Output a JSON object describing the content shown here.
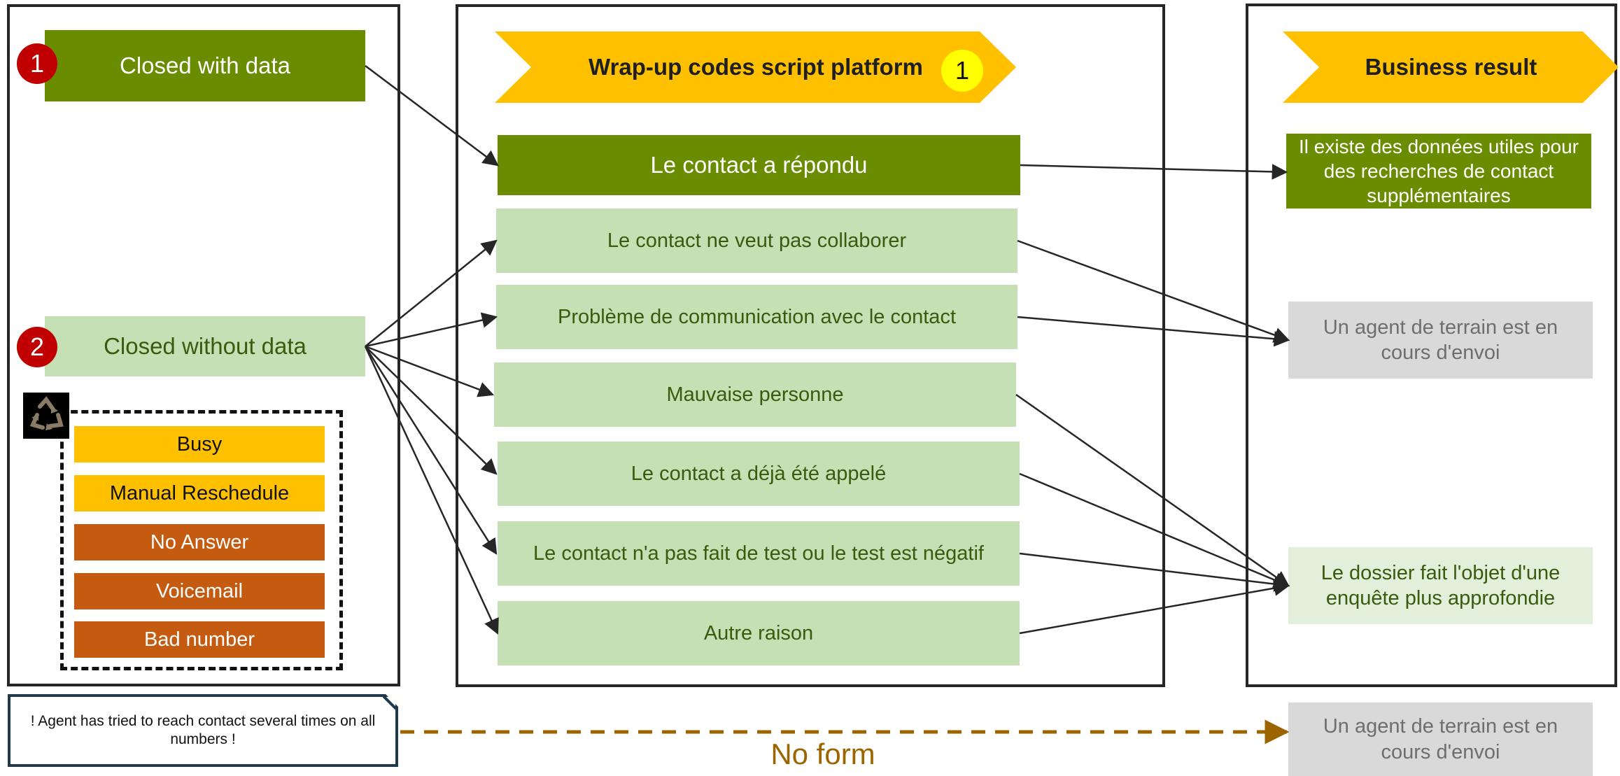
{
  "closed_with_data": {
    "number": "1",
    "label": "Closed with data"
  },
  "closed_without_data": {
    "number": "2",
    "label": "Closed without data"
  },
  "retry_codes": [
    "Busy",
    "Manual Reschedule",
    "No Answer",
    "Voicemail",
    "Bad number"
  ],
  "retry_icon": "recycle-icon",
  "wrapup": {
    "title": "Wrap-up codes script platform",
    "number": "1",
    "items": [
      "Le contact a répondu",
      "Le contact ne veut pas collaborer",
      "Problème de communication avec le contact",
      "Mauvaise personne",
      "Le contact a déjà été appelé",
      "Le contact n'a pas fait de test ou le test est négatif",
      "Autre raison"
    ]
  },
  "business": {
    "title": "Business result",
    "results": [
      "Il existe des données utiles pour des recherches de contact supplémentaires",
      "Un agent de terrain est en cours d'envoi",
      "Le dossier fait l'objet d'une enquête plus approfondie"
    ]
  },
  "footer": {
    "note": "! Agent has tried to reach contact several times on all numbers !",
    "no_form": "No form",
    "result": "Un agent de terrain est en cours d'envoi"
  },
  "colors": {
    "dark_green": "#6a8c00",
    "light_green": "#c5e0b4",
    "chevron": "#ffc000",
    "orange": "#c55a11",
    "grey": "#d9d9d9",
    "badge_red": "#c00000",
    "badge_yellow": "#ffff00",
    "dashed_arrow": "#9c6500",
    "note_border": "#1f3a4a"
  }
}
